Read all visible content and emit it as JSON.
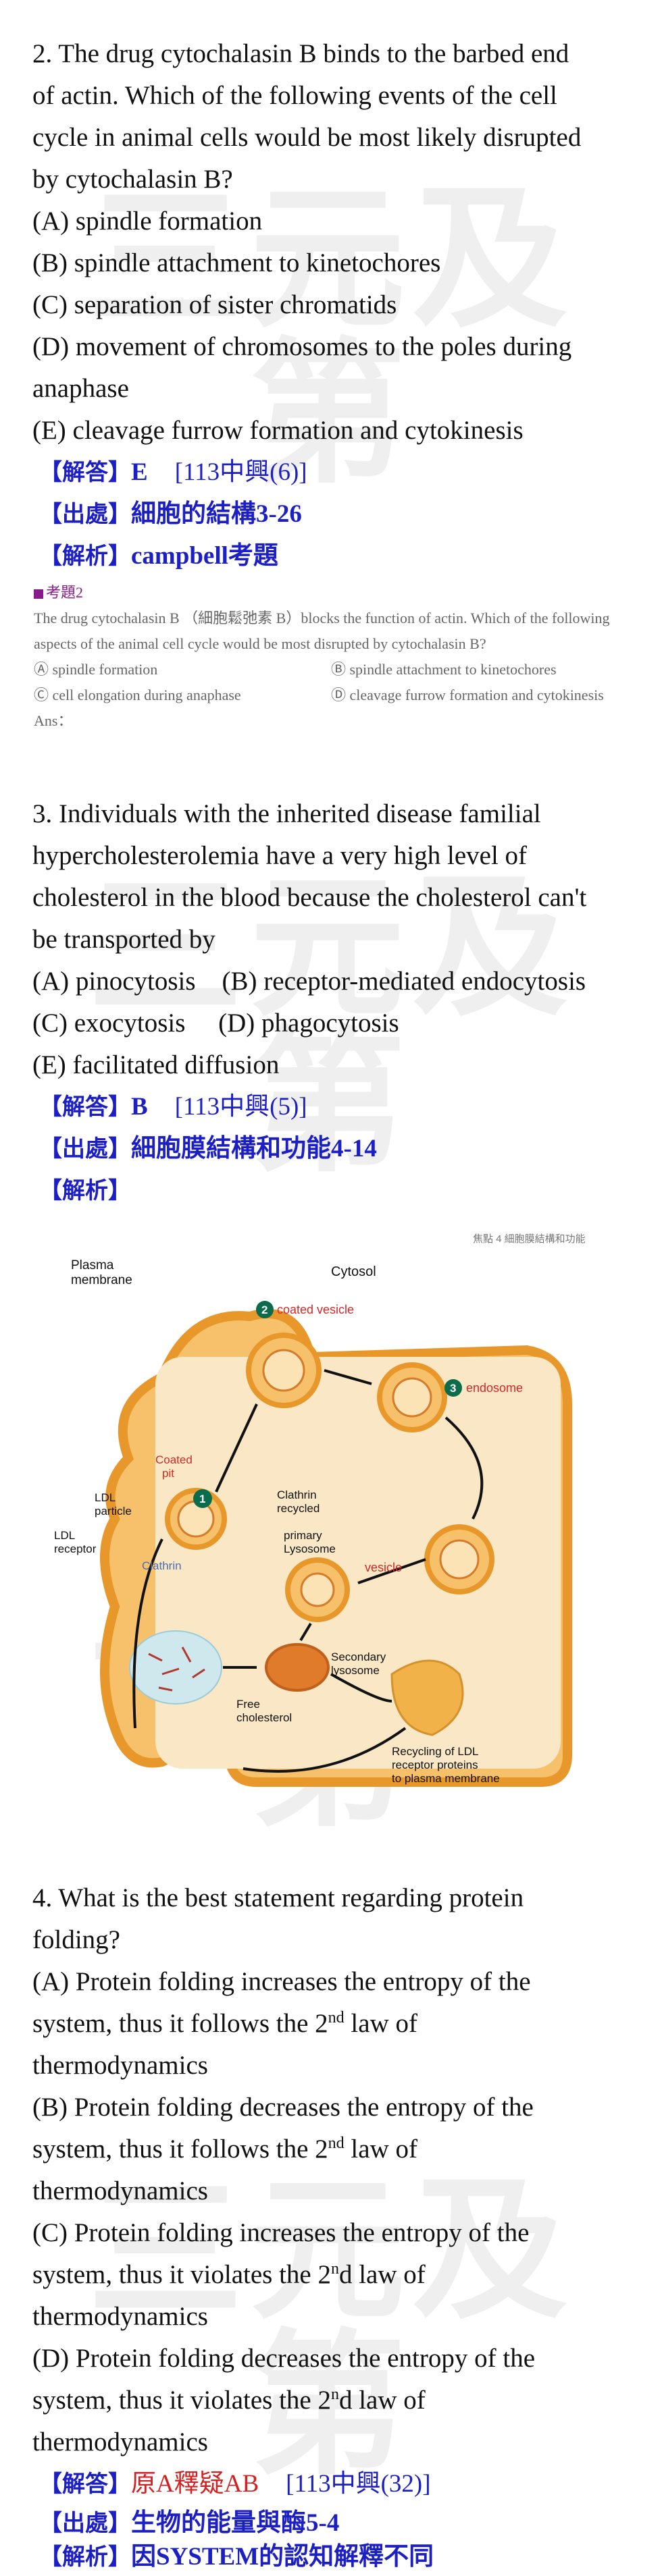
{
  "watermark": "三元及第",
  "q2": {
    "lines": [
      "2. The drug cytochalasin B binds to the barbed end",
      "of actin. Which of the following events of the cell",
      "cycle in animal cells would be most likely disrupted",
      "by cytochalasin B?",
      "(A) spindle formation",
      "(B) spindle attachment to kinetochores",
      "(C) separation of sister chromatids",
      "(D) movement of chromosomes to the poles during",
      "anaphase",
      "(E) cleavage furrow formation and cytokinesis"
    ],
    "answer_key": "【解答】",
    "answer": "E",
    "answer_ref": "[113中興(6)]",
    "source_key": "【出處】",
    "source": "細胞的結構3-26",
    "analysis_key": "【解析】",
    "analysis": "campbell考題",
    "clip": {
      "heading": "考題2",
      "line1": "The drug cytochalasin B （細胞鬆弛素 B）blocks the function of actin. Which of the following",
      "line2": "aspects of the animal cell cycle would be most disrupted by cytochalasin B?",
      "opt_a": "Ⓐ spindle formation",
      "opt_b": "Ⓑ spindle attachment to kinetochores",
      "opt_c": "Ⓒ cell elongation during anaphase",
      "opt_d": "Ⓓ cleavage furrow formation and cytokinesis",
      "ans": "Ans："
    }
  },
  "q3": {
    "lines": [
      "3. Individuals with the inherited disease familial",
      "hypercholesterolemia have a very high level of",
      "cholesterol in the blood because the cholesterol can't",
      "be transported by",
      "(A) pinocytosis    (B) receptor-mediated endocytosis",
      "(C) exocytosis     (D) phagocytosis",
      "(E) facilitated diffusion"
    ],
    "answer_key": "【解答】",
    "answer": "B",
    "answer_ref": "[113中興(5)]",
    "source_key": "【出處】",
    "source": "細胞膜結構和功能4-14",
    "analysis_key": "【解析】"
  },
  "figure": {
    "header": "焦點 4   細胞膜結構和功能",
    "plasma_membrane": [
      "Plasma",
      "membrane"
    ],
    "cytosol": "Cytosol",
    "coated_vesicle": "coated vesicle",
    "endosome": "endosome",
    "coated_pit": [
      "Coated",
      "pit"
    ],
    "ldl_particle": [
      "LDL",
      "particle"
    ],
    "ldl_receptor": [
      "LDL",
      "receptor"
    ],
    "clathrin_recycled": [
      "Clathrin",
      "recycled"
    ],
    "primary_lysosome": [
      "primary",
      "Lysosome"
    ],
    "vesicle": "vesicle",
    "clathrin": "Clathrin",
    "secondary_lysosome": [
      "Secondary",
      "lysosome"
    ],
    "free_cholesterol": [
      "Free",
      "cholesterol"
    ],
    "recycling": [
      "Recycling of LDL",
      "receptor proteins",
      "to plasma membrane"
    ],
    "step1": "1",
    "step2": "2",
    "step3": "3"
  },
  "q4": {
    "lines": [
      "4. What is the best statement regarding protein",
      "folding?"
    ],
    "opt_a": [
      "(A) Protein folding increases the entropy of the",
      "system, thus it follows the 2",
      "nd",
      " law of",
      "thermodynamics"
    ],
    "opt_b": [
      "(B) Protein folding decreases the entropy of the",
      "system, thus it follows the 2",
      "nd",
      " law of",
      "thermodynamics"
    ],
    "opt_c": [
      "(C) Protein folding increases the entropy of the",
      "system, thus it violates the 2",
      "n",
      "d law of",
      "thermodynamics"
    ],
    "opt_d": [
      "(D) Protein folding decreases the entropy of the",
      "system, thus it violates the 2",
      "n",
      "d law of",
      "thermodynamics"
    ],
    "answer_key": "【解答】",
    "answer": "原A釋疑AB",
    "answer_ref": "[113中興(32)]",
    "source_key": "【出處】",
    "source": "生物的能量與酶5-4",
    "analysis_key": "【解析】",
    "analysis": "因SYSTEM的認知解釋不同"
  }
}
